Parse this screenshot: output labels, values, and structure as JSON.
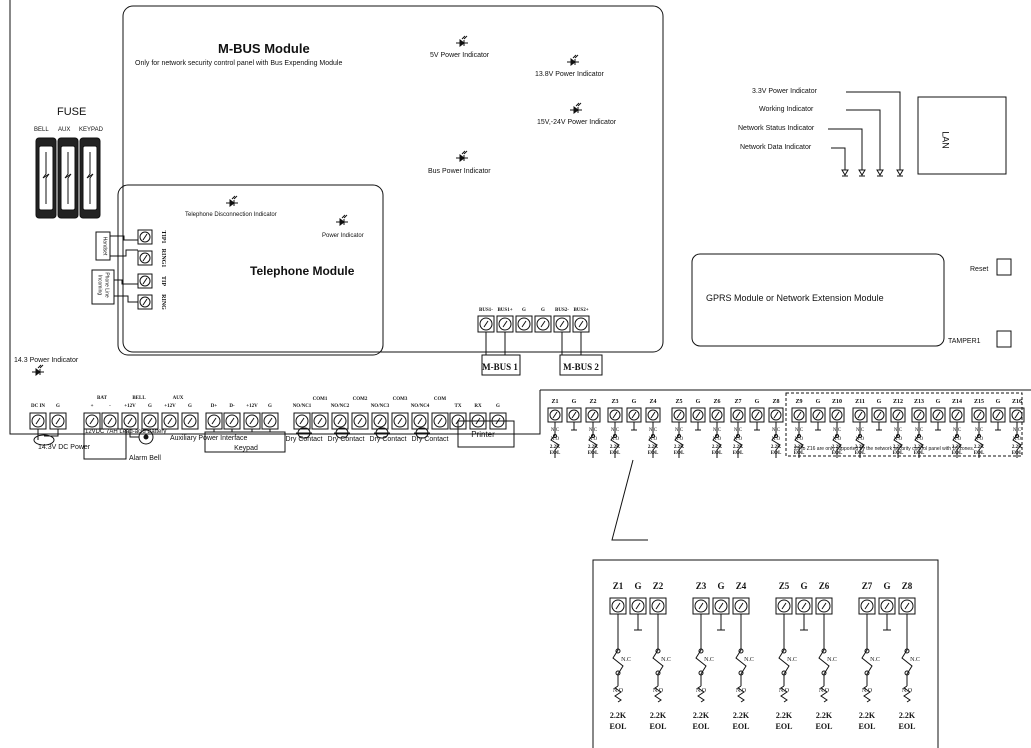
{
  "mbus": {
    "title": "M-BUS Module",
    "subtitle": "Only for network security control panel with Bus Expending Module",
    "ind_5v": "5V Power Indicator",
    "ind_13_8v": "13.8V Power Indicator",
    "ind_15_24v": "15V,-24V  Power Indicator",
    "ind_bus": "Bus Power Indicator",
    "terminals": [
      "BUS1-",
      "BUS1+",
      "G",
      "G",
      "BUS2-",
      "BUS2+"
    ],
    "bus1": "M-BUS 1",
    "bus2": "M-BUS 2"
  },
  "fuse": {
    "title": "FUSE",
    "labels": [
      "BELL",
      "AUX",
      "KEYPAD"
    ]
  },
  "telephone": {
    "title": "Telephone Module",
    "disc_indicator": "Telephone Disconnection Indicator",
    "power_indicator": "Power Indicator",
    "handset": "Handset",
    "incoming": "Incoming Phone Line",
    "terminals": [
      "TIP1",
      "RING1",
      "TIP",
      "RING"
    ]
  },
  "lan": {
    "label": "LAN",
    "indicators": [
      "3.3V Power Indicator",
      "Working Indicator",
      "Network Status Indicator",
      "Network Data Indicator"
    ]
  },
  "gprs": {
    "label": "GPRS Module or Network Extension Module"
  },
  "buttons": {
    "reset": "Reset",
    "tamper": "TAMPER1"
  },
  "power_indicator_14_3": "14.3 Power Indicator",
  "bottom": {
    "terminals": [
      "DC IN",
      "G",
      "+",
      "-",
      "+12V",
      "G",
      "+12V",
      "G",
      "D+",
      "D-",
      "+12V",
      "G",
      "NO/NC1",
      "COM1",
      "NO/NC2",
      "COM2",
      "NO/NC3",
      "COM3",
      "NO/NC4",
      "COM",
      "TX",
      "RX",
      "G"
    ],
    "bat": "BAT",
    "bell": "BELL",
    "aux": "AUX",
    "dc_power": "14.3V DC Power",
    "battery": "12VDC 7AH Lead-acid Battery",
    "alarm_bell": "Alarm Bell",
    "aux_power": "Auxiliary Power Interface",
    "keypad": "Keypad",
    "dry_contact": "Dry Contact",
    "printer": "Printer"
  },
  "zones": {
    "labels": [
      "Z1",
      "G",
      "Z2",
      "Z3",
      "G",
      "Z4",
      "Z5",
      "G",
      "Z6",
      "Z7",
      "G",
      "Z8",
      "Z9",
      "G",
      "Z10",
      "Z11",
      "G",
      "Z12",
      "Z13",
      "G",
      "Z14",
      "Z15",
      "G",
      "Z16"
    ],
    "nc": "N.C",
    "no": "N.O",
    "res": "2.2K",
    "eol": "EOL",
    "note": "Z9 to Z16 are only supported by the network security control panel with 16 zones."
  },
  "zoom": {
    "labels": [
      "Z1",
      "G",
      "Z2",
      "Z3",
      "G",
      "Z4",
      "Z5",
      "G",
      "Z6",
      "Z7",
      "G",
      "Z8"
    ]
  }
}
